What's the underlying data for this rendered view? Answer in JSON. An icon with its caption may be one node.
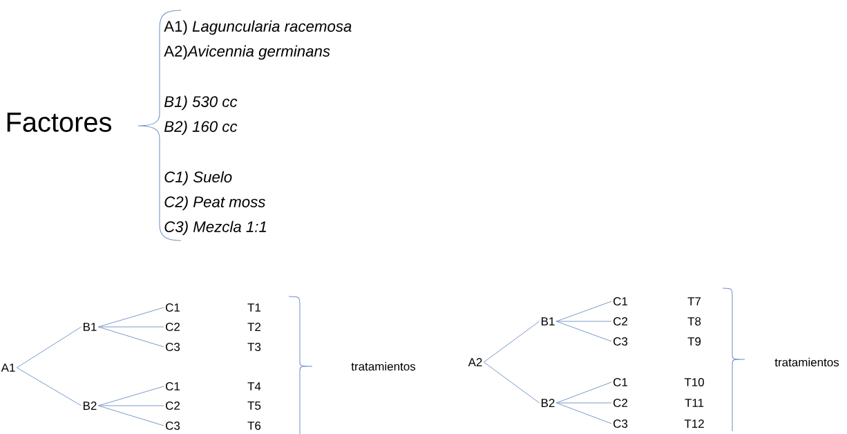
{
  "diagram": {
    "nodes": [
      {
        "text": [
          "A1"
        ]
      },
      {
        "text": [
          "B1"
        ]
      },
      {
        "text": [
          "B2"
        ]
      },
      {
        "text": [
          "C1"
        ]
      },
      {
        "text": [
          "C2"
        ]
      },
      {
        "text": [
          "C3"
        ]
      },
      {
        "text": [
          "C1"
        ]
      },
      {
        "text": [
          "C2"
        ]
      },
      {
        "text": [
          "C3"
        ]
      },
      {
        "text": [
          "A2"
        ]
      },
      {
        "text": [
          "B1"
        ]
      },
      {
        "text": [
          "B2"
        ]
      },
      {
        "text": [
          "C1"
        ]
      },
      {
        "text": [
          "C2"
        ]
      },
      {
        "text": [
          "C3"
        ]
      },
      {
        "text": [
          "C1"
        ]
      },
      {
        "text": [
          "C2"
        ]
      },
      {
        "text": [
          "C3"
        ]
      }
    ],
    "edges": [
      {
        "from": 0,
        "to": 1,
        "arrow": "none"
      },
      {
        "from": 0,
        "to": 2,
        "arrow": "none"
      },
      {
        "from": 1,
        "to": 3,
        "arrow": "none"
      },
      {
        "from": 1,
        "to": 4,
        "arrow": "none"
      },
      {
        "from": 1,
        "to": 5,
        "arrow": "none"
      },
      {
        "from": 2,
        "to": 6,
        "arrow": "none"
      },
      {
        "from": 2,
        "to": 7,
        "arrow": "none"
      },
      {
        "from": 2,
        "to": 8,
        "arrow": "none"
      },
      {
        "from": 9,
        "to": 10,
        "arrow": "none"
      },
      {
        "from": 9,
        "to": 11,
        "arrow": "none"
      },
      {
        "from": 10,
        "to": 12,
        "arrow": "none"
      },
      {
        "from": 10,
        "to": 13,
        "arrow": "none"
      },
      {
        "from": 10,
        "to": 14,
        "arrow": "none"
      },
      {
        "from": 11,
        "to": 15,
        "arrow": "none"
      },
      {
        "from": 11,
        "to": 16,
        "arrow": "none"
      },
      {
        "from": 11,
        "to": 17,
        "arrow": "none"
      }
    ],
    "labels": [
      "Factores",
      "A1) *Laguncularia racemosa*",
      "A2)*Avicennia germinans*",
      "B1)  530 cc",
      "B2) 160 cc",
      "C1)  Suelo",
      "C2)  Peat moss",
      "C3)  Mezcla 1:1",
      "T1",
      "T2",
      "T3",
      "T4",
      "T5",
      "T6",
      "tratamientos",
      "T7",
      "T8",
      "T9",
      "T10",
      "T11",
      "T12",
      "tratamientos"
    ]
  }
}
